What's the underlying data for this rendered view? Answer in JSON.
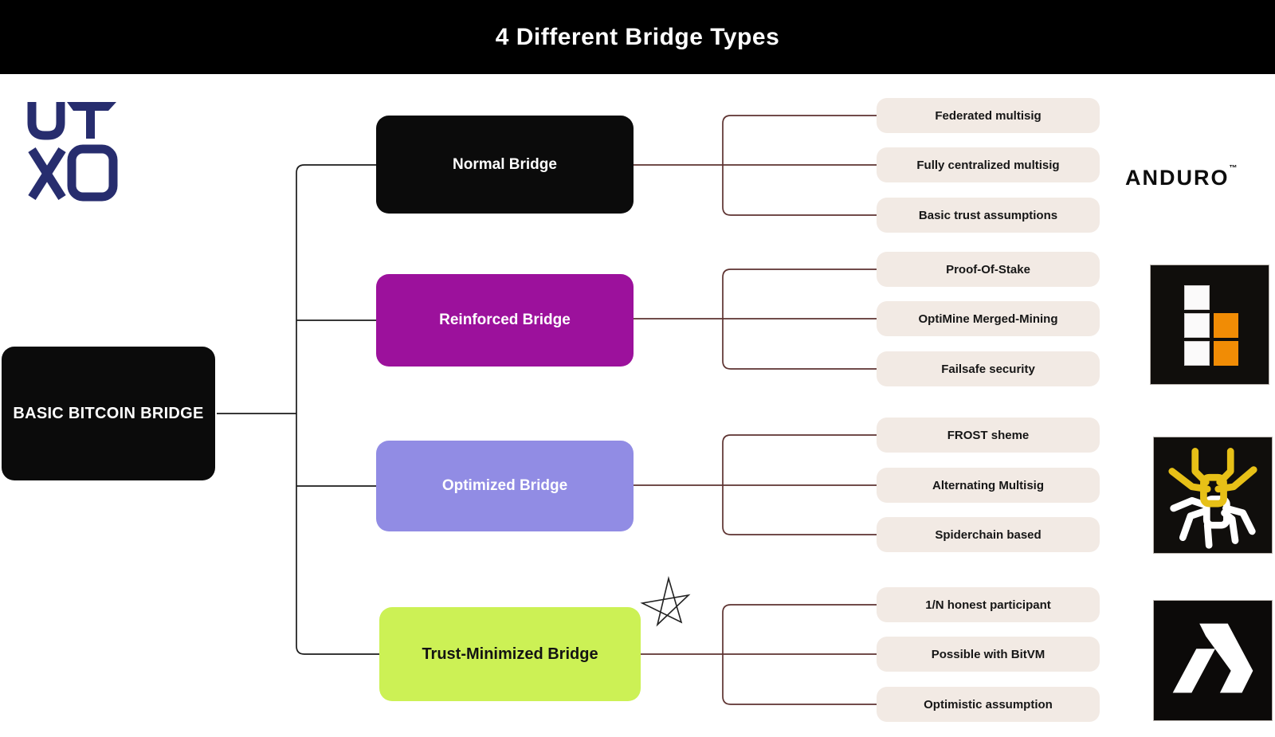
{
  "header": {
    "title": "4 Different Bridge Types"
  },
  "utxo_logo": {
    "line1": "UT",
    "line2": "XO"
  },
  "root_node": {
    "label": "BASIC BITCOIN BRIDGE"
  },
  "bridges": [
    {
      "label": "Normal Bridge",
      "color": "#0b0b0b",
      "text_color": "#ffffff",
      "features": [
        "Federated multisig",
        "Fully centralized multisig",
        "Basic trust assumptions"
      ],
      "partner": "Anduro wordmark"
    },
    {
      "label": "Reinforced Bridge",
      "color": "#9c119c",
      "text_color": "#ffffff",
      "features": [
        "Proof-Of-Stake",
        "OptiMine Merged-Mining",
        "Failsafe security"
      ],
      "partner": "black square logo with three white and two orange blocks"
    },
    {
      "label": "Optimized Bridge",
      "color": "#918ce4",
      "text_color": "#ffffff",
      "features": [
        "FROST sheme",
        "Alternating Multisig",
        "Spiderchain based"
      ],
      "partner": "Spiderchain spider logo"
    },
    {
      "label": "Trust-Minimized Bridge",
      "color": "#ccf155",
      "text_color": "#131313",
      "features": [
        "1/N honest participant",
        "Possible with BitVM",
        "Optimistic assumption"
      ],
      "partner": "black square logo with white angular A mark"
    }
  ],
  "partners": {
    "anduro": {
      "label": "ANDURO",
      "tm": "™"
    }
  },
  "decorations": {
    "star_doodle": "hand-drawn five point star"
  },
  "colors": {
    "header_bg": "#000000",
    "header_text": "#ffffff",
    "utxo_navy": "#272d6e",
    "feature_pill_bg": "#f2eae4",
    "feature_pill_text": "#161616",
    "left_connector": "#1b1b1b",
    "right_connector": "#5d3230",
    "blocks_orange": "#f18c05",
    "spider_yellow": "#e7c017",
    "lime": "#ccf155",
    "purple": "#9c119c",
    "periwinkle": "#918ce4"
  }
}
